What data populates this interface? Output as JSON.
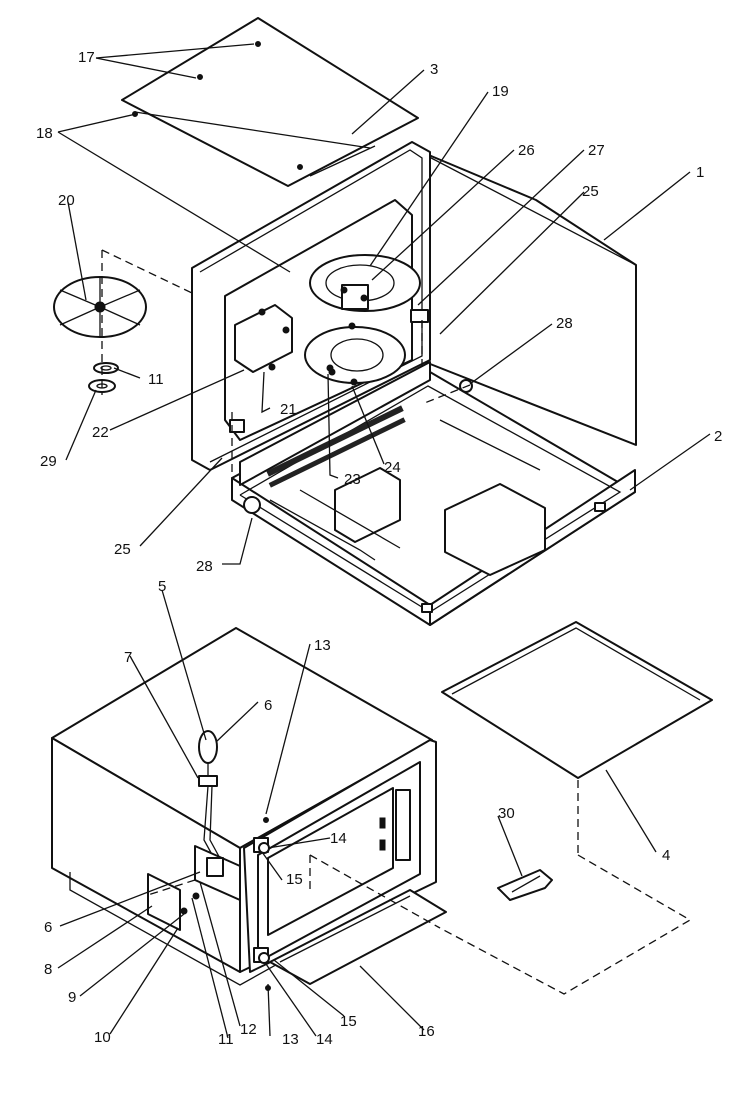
{
  "callouts": [
    {
      "id": "c1",
      "text": "1"
    },
    {
      "id": "c2",
      "text": "2"
    },
    {
      "id": "c3",
      "text": "3"
    },
    {
      "id": "c4",
      "text": "4"
    },
    {
      "id": "c5",
      "text": "5"
    },
    {
      "id": "c6a",
      "text": "6"
    },
    {
      "id": "c6b",
      "text": "6"
    },
    {
      "id": "c7",
      "text": "7"
    },
    {
      "id": "c8",
      "text": "8"
    },
    {
      "id": "c9",
      "text": "9"
    },
    {
      "id": "c10",
      "text": "10"
    },
    {
      "id": "c11a",
      "text": "11"
    },
    {
      "id": "c11b",
      "text": "11"
    },
    {
      "id": "c12",
      "text": "12"
    },
    {
      "id": "c13a",
      "text": "13"
    },
    {
      "id": "c13b",
      "text": "13"
    },
    {
      "id": "c14a",
      "text": "14"
    },
    {
      "id": "c14b",
      "text": "14"
    },
    {
      "id": "c15a",
      "text": "15"
    },
    {
      "id": "c15b",
      "text": "15"
    },
    {
      "id": "c16",
      "text": "16"
    },
    {
      "id": "c17",
      "text": "17"
    },
    {
      "id": "c18",
      "text": "18"
    },
    {
      "id": "c19",
      "text": "19"
    },
    {
      "id": "c20",
      "text": "20"
    },
    {
      "id": "c21",
      "text": "21"
    },
    {
      "id": "c22",
      "text": "22"
    },
    {
      "id": "c23",
      "text": "23"
    },
    {
      "id": "c24",
      "text": "24"
    },
    {
      "id": "c25a",
      "text": "25"
    },
    {
      "id": "c25b",
      "text": "25"
    },
    {
      "id": "c26",
      "text": "26"
    },
    {
      "id": "c27",
      "text": "27"
    },
    {
      "id": "c28a",
      "text": "28"
    },
    {
      "id": "c28b",
      "text": "28"
    },
    {
      "id": "c29",
      "text": "29"
    },
    {
      "id": "c30",
      "text": "30"
    }
  ]
}
